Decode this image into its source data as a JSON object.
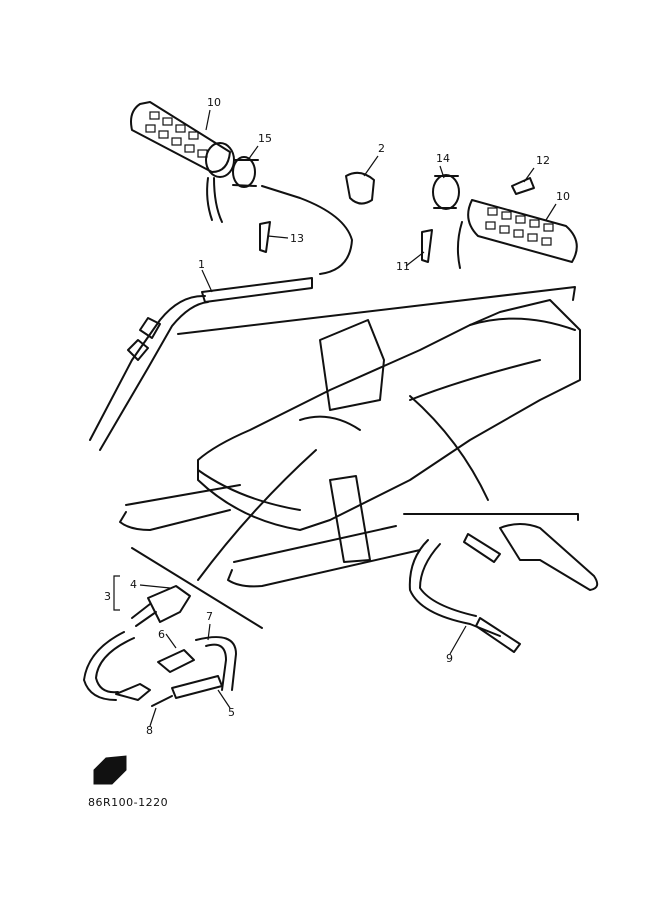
{
  "diagram": {
    "part_labels": {
      "l1": "1",
      "l2": "2",
      "l3": "3",
      "l4": "4",
      "l5": "5",
      "l6": "6",
      "l7": "7",
      "l8": "8",
      "l9": "9",
      "l10a": "10",
      "l10b": "10",
      "l11": "11",
      "l12": "12",
      "l13": "13",
      "l14": "14",
      "l15": "15"
    },
    "reference_code": "86R100-1220"
  }
}
